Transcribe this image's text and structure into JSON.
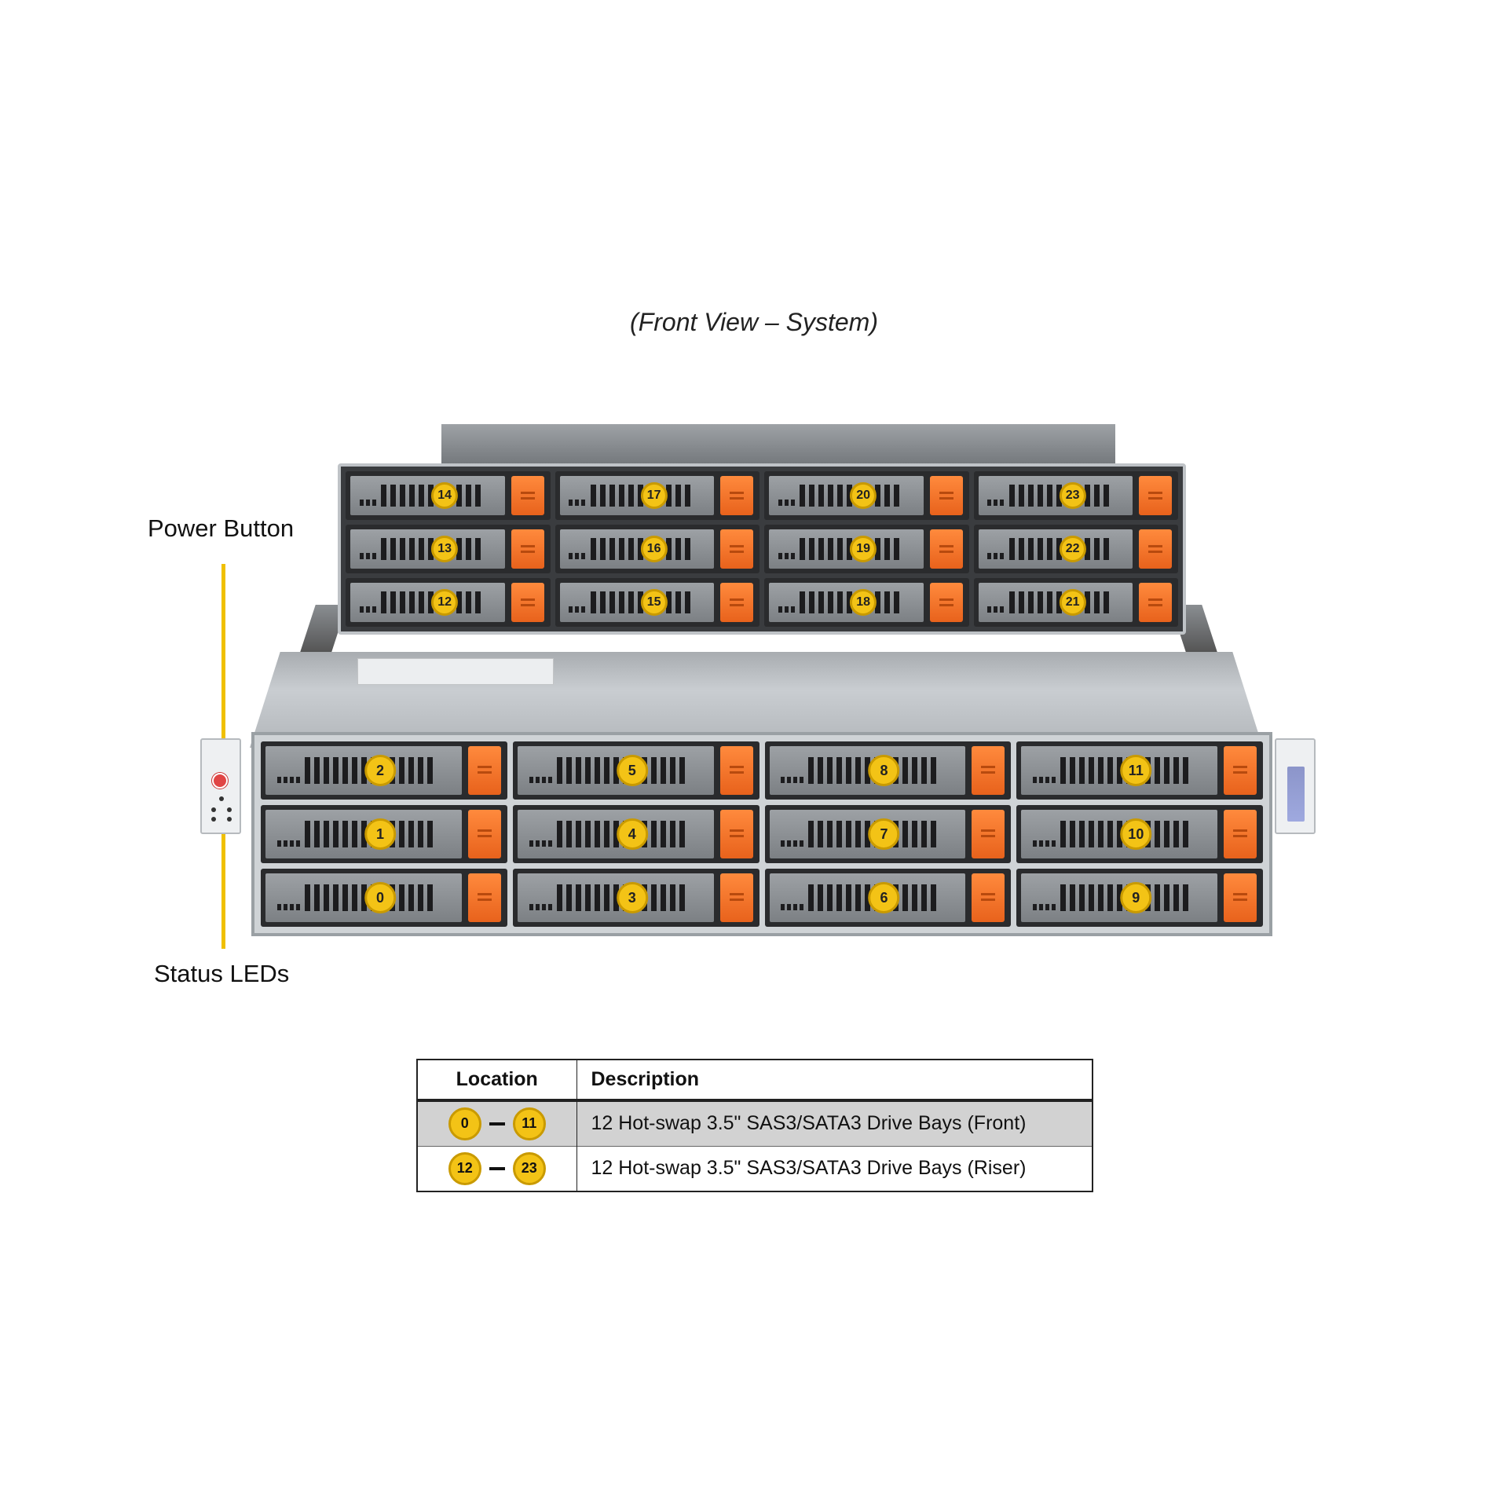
{
  "caption": "(Front View – System)",
  "callouts": {
    "power_button": "Power Button",
    "status_leds": "Status LEDs"
  },
  "riser_bays": [
    [
      "14",
      "17",
      "20",
      "23"
    ],
    [
      "13",
      "16",
      "19",
      "22"
    ],
    [
      "12",
      "15",
      "18",
      "21"
    ]
  ],
  "front_bays": [
    [
      "2",
      "5",
      "8",
      "11"
    ],
    [
      "1",
      "4",
      "7",
      "10"
    ],
    [
      "0",
      "3",
      "6",
      "9"
    ]
  ],
  "legend": {
    "headers": {
      "location": "Location",
      "description": "Description"
    },
    "rows": [
      {
        "from": "0",
        "to": "11",
        "description": "12 Hot-swap 3.5\" SAS3/SATA3 Drive Bays (Front)"
      },
      {
        "from": "12",
        "to": "23",
        "description": "12 Hot-swap 3.5\" SAS3/SATA3 Drive Bays (Riser)"
      }
    ]
  },
  "colors": {
    "badge": "#f3c316",
    "latch": "#ff8a3d",
    "callout_line": "#f0c000"
  }
}
